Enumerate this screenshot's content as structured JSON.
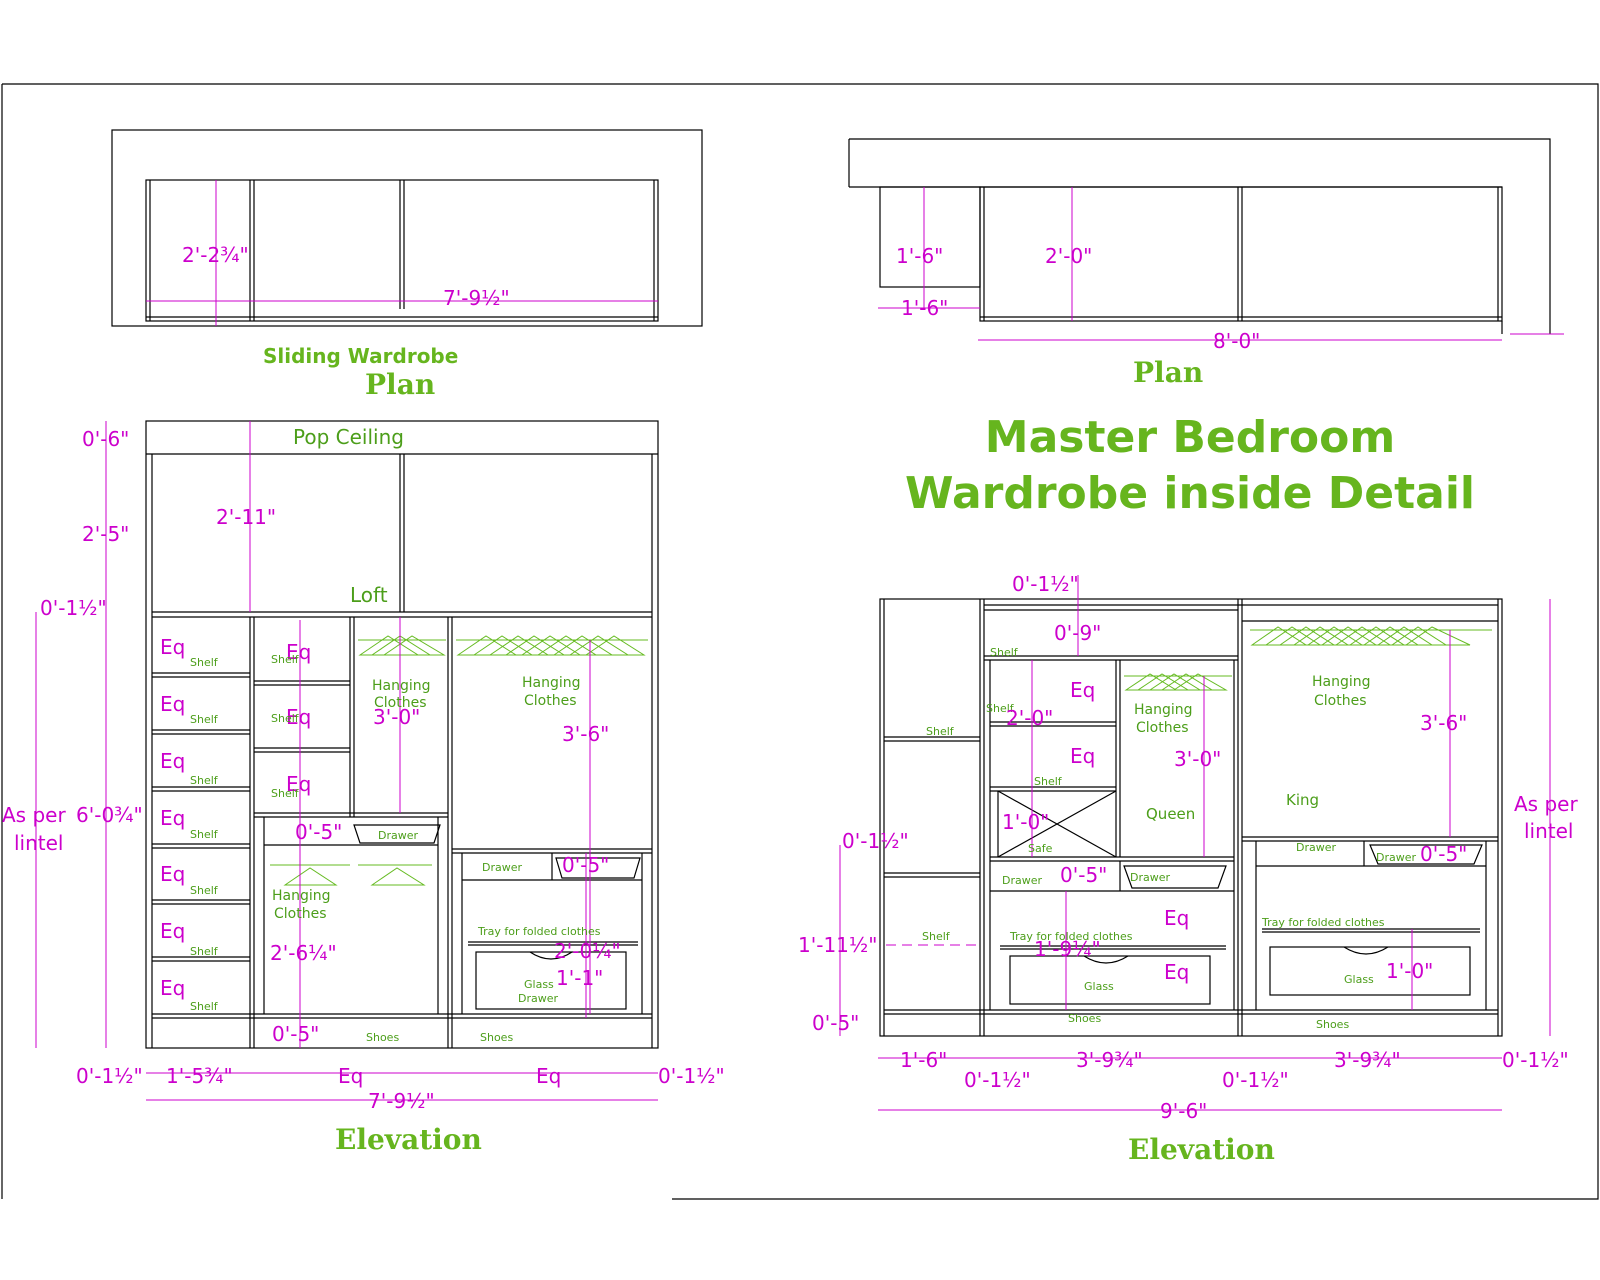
{
  "title": {
    "line1": "Master Bedroom",
    "line2": "Wardrobe inside Detail"
  },
  "left": {
    "plan_subtitle": "Sliding  Wardrobe",
    "plan_title": "Plan",
    "plan_dims": {
      "depth": "2'-2¾\"",
      "width": "7'-9½\""
    },
    "elev_title": "Elevation",
    "labels": {
      "pop_ceiling": "Pop Ceiling",
      "loft": "Loft",
      "shelf": "Shelf",
      "hanging_clothes": "Hanging Clothes",
      "drawer": "Drawer",
      "tray": "Tray for folded clothes",
      "glass_drawer": "Glass Drawer",
      "shoes": "Shoes",
      "as_per": "As per",
      "lintel": "lintel"
    },
    "dims": {
      "d06": "0'-6\"",
      "d25": "2'-5\"",
      "d211": "2'-11\"",
      "d0112": "0'-1½\"",
      "d6034": "6'-0¾\"",
      "eq": "Eq",
      "d30": "3'-0\"",
      "d36": "3'-6\"",
      "d05": "0'-5\"",
      "d2614": "2'-6¼\"",
      "d2014": "2'-0¼\"",
      "d11": "1'-1\"",
      "d1534": "1'-5¾\"",
      "d7912": "7'-9½\""
    }
  },
  "right": {
    "plan_title": "Plan",
    "plan_dims": {
      "d16a": "1'-6\"",
      "d20": "2'-0\"",
      "d16b": "1'-6\"",
      "d80": "8'-0\""
    },
    "elev_title": "Elevation",
    "labels": {
      "shelf": "Shelf",
      "hanging_clothes": "Hanging Clothes",
      "safe": "Safe",
      "drawer": "Drawer",
      "tray": "Tray for folded clothes",
      "glass": "Glass",
      "shoes": "Shoes",
      "queen": "Queen",
      "king": "King",
      "as_per": "As per",
      "lintel": "lintel"
    },
    "dims": {
      "d0112": "0'-1½\"",
      "d09": "0'-9\"",
      "d20": "2'-0\"",
      "eq": "Eq",
      "d30": "3'-0\"",
      "d36": "3'-6\"",
      "d10a": "1'-0\"",
      "d05": "0'-5\"",
      "d1914": "1'-9¼\"",
      "d11112": "1'-11½\"",
      "d10b": "1'-0\"",
      "d16": "1'-6\"",
      "d3934": "3'-9¾\"",
      "d96": "9'-6\""
    }
  }
}
